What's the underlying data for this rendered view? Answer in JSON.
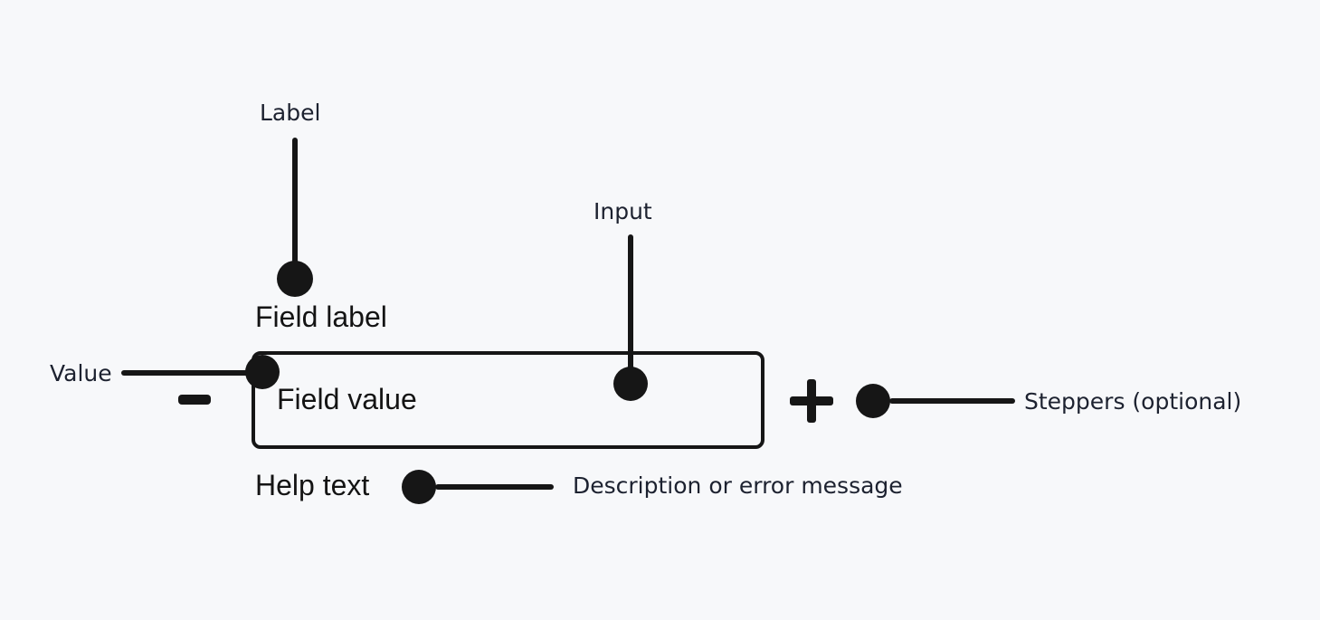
{
  "page": {
    "background": "#f7f8fa",
    "line_color": "#161616",
    "text_color": "#1d2230"
  },
  "field": {
    "label": "Field label",
    "value": "Field value",
    "help_text": "Help text"
  },
  "callouts": {
    "label": "Label",
    "input": "Input",
    "value": "Value",
    "steppers": "Steppers (optional)",
    "help": "Description or error message"
  }
}
